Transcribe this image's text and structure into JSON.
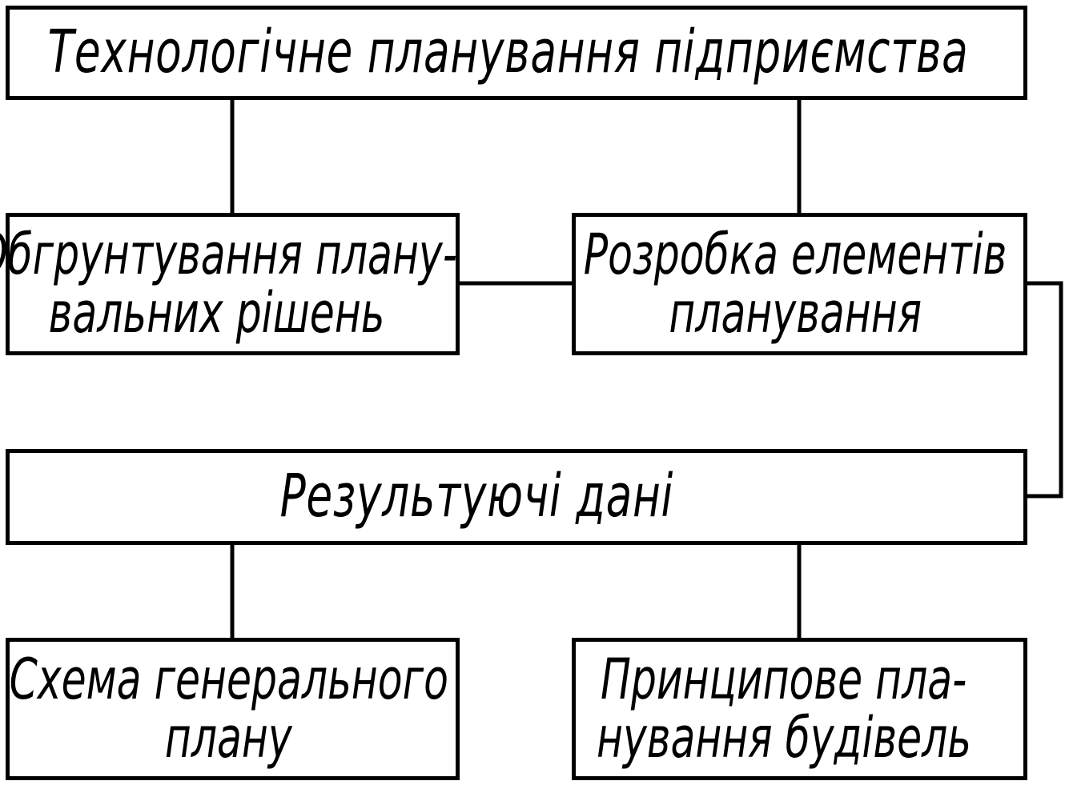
{
  "diagram": {
    "top": {
      "label": "Технологічне планування підприємства"
    },
    "justification": {
      "line1": "Обгрунтування плану-",
      "line2": "вальних рішень"
    },
    "development": {
      "line1": "Розробка елементів",
      "line2": "планування"
    },
    "result": {
      "label": "Результуючі дані"
    },
    "scheme": {
      "line1": "Схема генерального",
      "line2": "плану"
    },
    "building": {
      "line1": "Принципове пла-",
      "line2": "нування будівель"
    }
  }
}
